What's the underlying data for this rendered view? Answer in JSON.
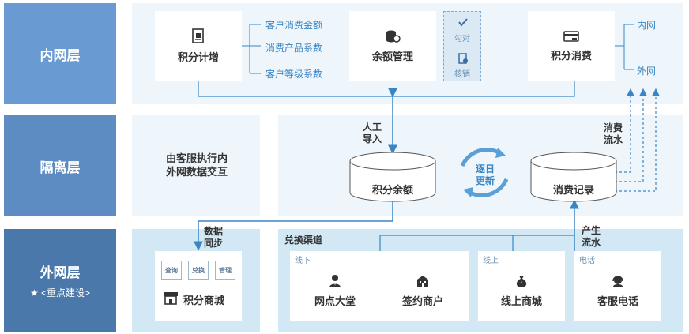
{
  "layers": {
    "inner": "内网层",
    "isolation": "隔离层",
    "outer": "外网层",
    "outer_sub": "★ <重点建设>"
  },
  "inner": {
    "points_increase": "积分计增",
    "factors": [
      "客户消费金额",
      "消费产品系数",
      "客户等级系数"
    ],
    "balance_mgmt": "余额管理",
    "check_items": [
      "勾对",
      "核销"
    ],
    "points_consume": "积分消费",
    "consume_targets": [
      "内网",
      "外网"
    ]
  },
  "isolation": {
    "note": "由客服执行内外网数据交互",
    "manual_import": "人工导入",
    "points_balance": "积分余额",
    "daily_update": "逐日更新",
    "consume_records": "消费记录",
    "consume_flow": "消费流水"
  },
  "outer": {
    "data_sync": "数据同步",
    "mall_buttons": [
      "查询",
      "兑换",
      "管理"
    ],
    "points_mall": "积分商城",
    "exchange_channels": "兑换渠道",
    "generate_flow": "产生流水",
    "groups": [
      "线下",
      "线上",
      "电话"
    ],
    "channels": [
      "网点大堂",
      "签约商户",
      "线上商城",
      "客服电话"
    ]
  },
  "colors": {
    "layer_inner": "#6a9ad2",
    "layer_isolation": "#5d8cc2",
    "layer_outer": "#4a78ab",
    "line": "#3a86c5",
    "panel_light": "#eef5fb",
    "panel_dark": "#d2e8f5"
  }
}
